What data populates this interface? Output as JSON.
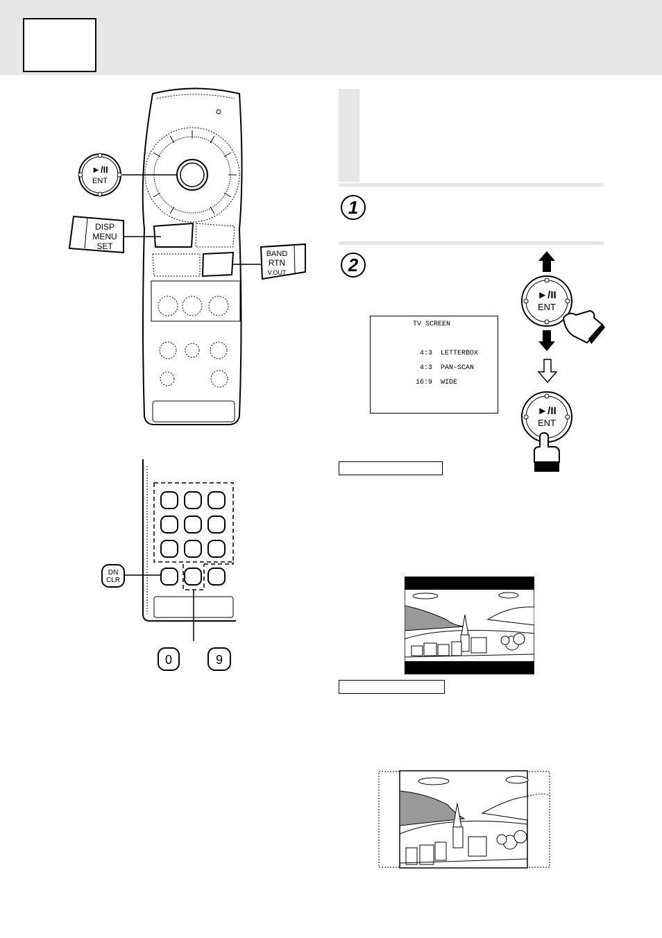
{
  "remote_callouts": {
    "play_pause_symbol": "►/II",
    "play_pause_ent": "ENT",
    "disp_lines": [
      "DISP",
      "MENU",
      "SET"
    ],
    "band_lines": [
      "BAND",
      "RTN",
      "V.OUT"
    ],
    "dn_clr_lines": [
      "DN",
      "CLR"
    ],
    "digit_zero": "0",
    "digit_nine": "9"
  },
  "steps": [
    {
      "number": "1"
    },
    {
      "number": "2"
    }
  ],
  "ent_button": {
    "symbol": "►/II",
    "label": "ENT"
  },
  "tv_screen_osd": {
    "title": "TV SCREEN",
    "rows": [
      {
        "ratio": "4:3",
        "mode": "LETTERBOX"
      },
      {
        "ratio": "4:3",
        "mode": "PAN-SCAN"
      },
      {
        "ratio": "16:9",
        "mode": "WIDE"
      }
    ]
  },
  "icons": [
    "up-arrow-icon",
    "down-arrow-icon",
    "outline-down-arrow-icon",
    "pressing-hand-icon"
  ]
}
